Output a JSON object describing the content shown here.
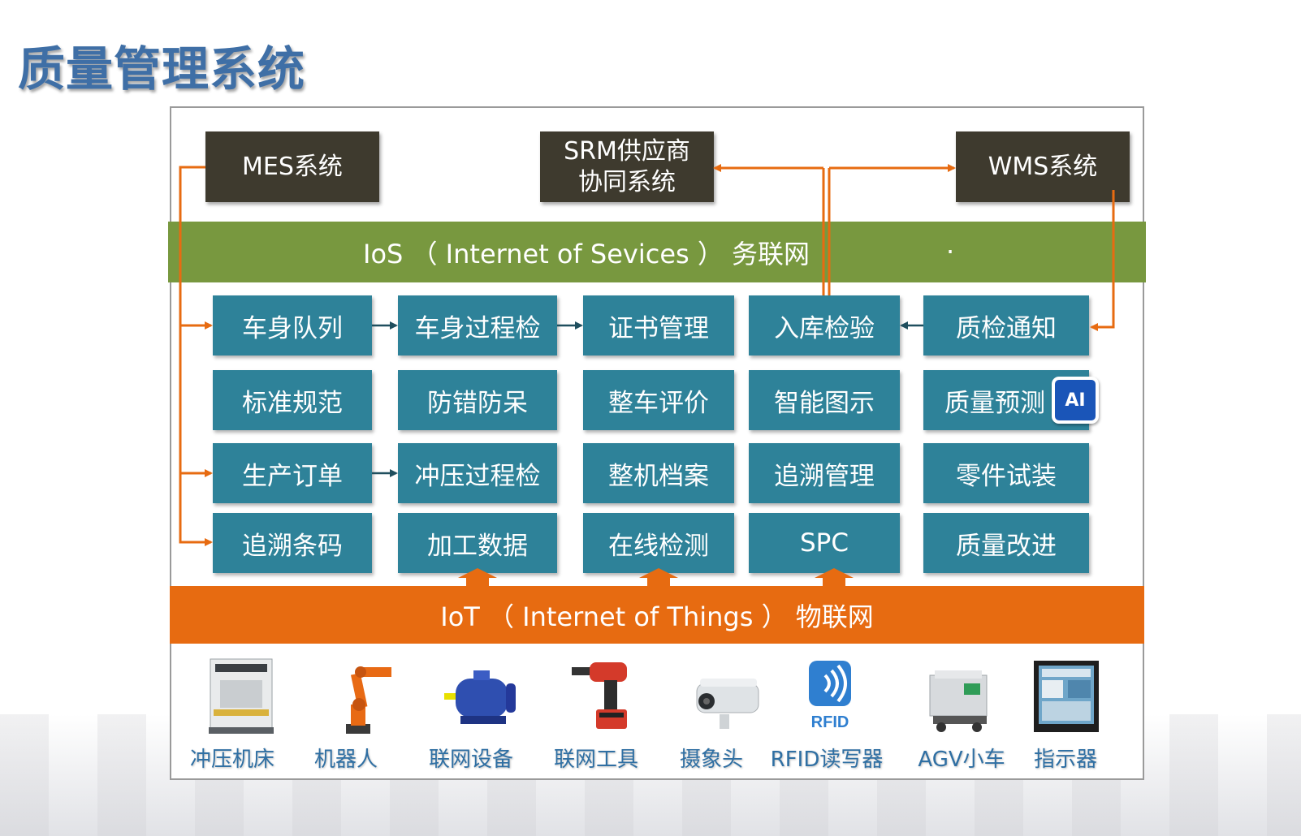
{
  "title": "质量管理系统",
  "top_systems": {
    "mes": "MES系统",
    "srm_line1": "SRM供应商",
    "srm_line2": "协同系统",
    "wms": "WMS系统"
  },
  "ios_band": "IoS （ Internet of Sevices ） 务联网",
  "ios_dot": ".",
  "modules": {
    "row1": [
      "车身队列",
      "车身过程检",
      "证书管理",
      "入库检验",
      "质检通知"
    ],
    "row2": [
      "标准规范",
      "防错防呆",
      "整车评价",
      "智能图示",
      "质量预测"
    ],
    "row3": [
      "生产订单",
      "冲压过程检",
      "整机档案",
      "追溯管理",
      "零件试装"
    ],
    "row4": [
      "追溯条码",
      "加工数据",
      "在线检测",
      "SPC",
      "质量改进"
    ]
  },
  "ai_badge": "AI",
  "iot_band": "IoT （ Internet of Things ） 物联网",
  "devices": [
    {
      "label": "冲压机床",
      "icon": "press-machine-icon"
    },
    {
      "label": "机器人",
      "icon": "robot-arm-icon"
    },
    {
      "label": "联网设备",
      "icon": "motor-icon"
    },
    {
      "label": "联网工具",
      "icon": "drill-icon"
    },
    {
      "label": "摄象头",
      "icon": "camera-icon"
    },
    {
      "label": "RFID读写器",
      "icon": "rfid-icon",
      "icon_text": "RFID"
    },
    {
      "label": "AGV小车",
      "icon": "agv-icon"
    },
    {
      "label": "指示器",
      "icon": "display-panel-icon"
    }
  ],
  "colors": {
    "title": "#3f6fa6",
    "dark_box": "#3e3a2e",
    "ios_band": "#78983f",
    "module": "#2e8299",
    "iot_band": "#e76b11",
    "connector": "#e76b11",
    "ai_badge": "#1a55b8",
    "device_label": "#2f6fa3"
  }
}
